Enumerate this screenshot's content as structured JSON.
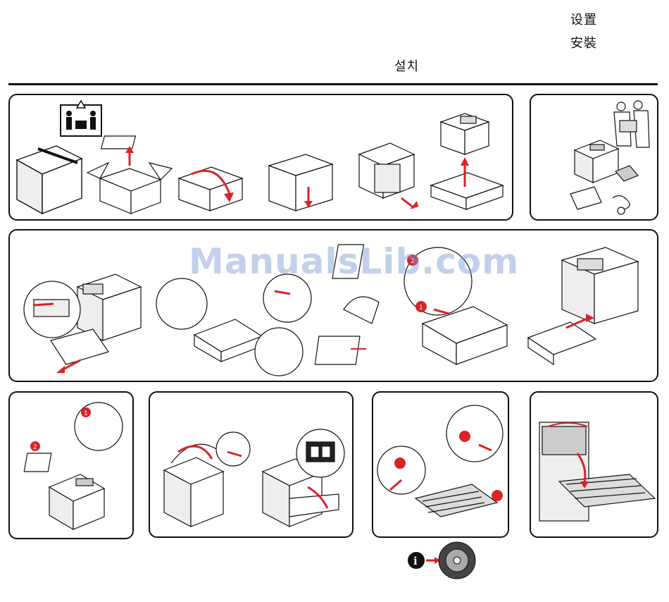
{
  "header": {
    "title_simplified_chinese": "设置",
    "title_traditional_chinese": "安裝",
    "title_korean": "설치"
  },
  "watermark": {
    "text": "ManualsLib.com"
  },
  "icons": {
    "team_lift": "two-person-lift-warning-icon",
    "info": "info-icon",
    "callout_1": "1",
    "callout_2": "2"
  },
  "colors": {
    "accent": "#d8232a",
    "line": "#111111",
    "shade": "#dcdcdc",
    "watermark": "#7896d2"
  }
}
